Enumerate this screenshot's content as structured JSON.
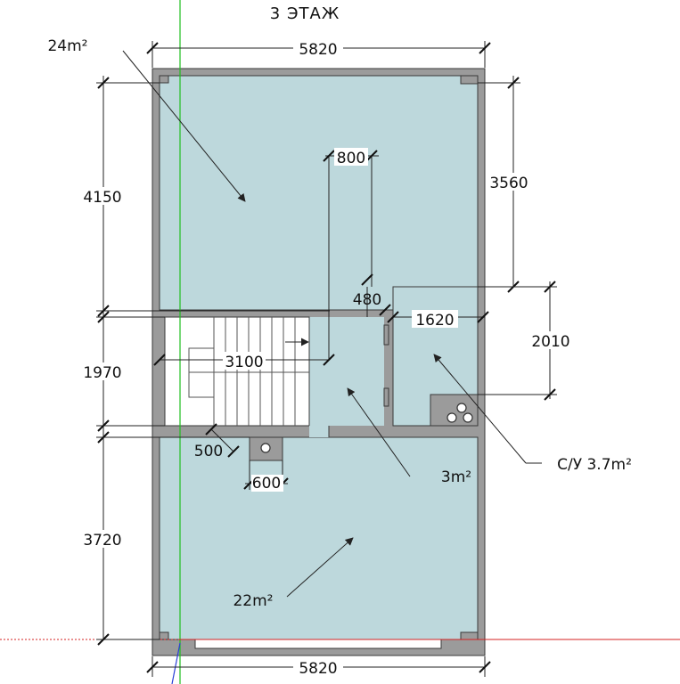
{
  "title": "3  ЭТАЖ",
  "colors": {
    "room_fill": "#bdd8dc",
    "wall": "#9b9b9b",
    "wall_edge": "#3a3a3a",
    "axis_green": "#1fbf1f",
    "axis_red": "#d42020",
    "axis_blue": "#2a3fd6"
  },
  "areas": {
    "top_room": "24m²",
    "hall": "3m²",
    "bathroom": "С/У 3.7m²",
    "bottom_room": "22m²"
  },
  "dimensions": {
    "top_width": "5820",
    "bottom_width": "5820",
    "top_room_height": "4150",
    "stair_zone_height": "1970",
    "bottom_room_height": "3720",
    "right_upper_height": "3560",
    "bathroom_height": "2010",
    "bathroom_width": "1620",
    "wall_480": "480",
    "door_800": "800",
    "stair_3100": "3100",
    "shaft_500": "500",
    "shaft_600": "600"
  }
}
